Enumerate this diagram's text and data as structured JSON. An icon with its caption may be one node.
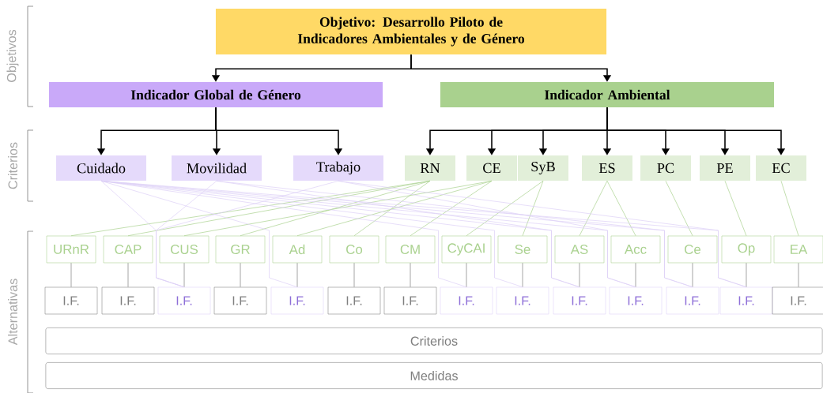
{
  "diagram": {
    "nodes": [
      {
        "text": [
          "Objetivo: Desarrollo Piloto de Indicadores Ambientales y de Género"
        ]
      },
      {
        "text": [
          "Indicador Global de Género"
        ]
      },
      {
        "text": [
          "Indicador Ambiental"
        ]
      },
      {
        "text": [
          "Cuidado"
        ]
      },
      {
        "text": [
          "Movilidad"
        ]
      },
      {
        "text": [
          "Trabajo"
        ]
      },
      {
        "text": [
          "RN"
        ]
      },
      {
        "text": [
          "CE"
        ]
      },
      {
        "text": [
          "SyB"
        ]
      },
      {
        "text": [
          "ES"
        ]
      },
      {
        "text": [
          "PC"
        ]
      },
      {
        "text": [
          "PE"
        ]
      },
      {
        "text": [
          "EC"
        ]
      },
      {
        "text": [
          "URnR"
        ]
      },
      {
        "text": [
          "CAP"
        ]
      },
      {
        "text": [
          "CUS"
        ]
      },
      {
        "text": [
          "GR"
        ]
      },
      {
        "text": [
          "Ad"
        ]
      },
      {
        "text": [
          "Co"
        ]
      },
      {
        "text": [
          "CM"
        ]
      },
      {
        "text": [
          "CyCAI"
        ]
      },
      {
        "text": [
          "Se"
        ]
      },
      {
        "text": [
          "AS"
        ]
      },
      {
        "text": [
          "Acc"
        ]
      },
      {
        "text": [
          "Ce"
        ]
      },
      {
        "text": [
          "Op"
        ]
      },
      {
        "text": [
          "EA"
        ]
      },
      {
        "text": [
          "I.F."
        ]
      },
      {
        "text": [
          "I.F."
        ]
      },
      {
        "text": [
          "I.F."
        ]
      },
      {
        "text": [
          "I.F."
        ]
      },
      {
        "text": [
          "I.F."
        ]
      },
      {
        "text": [
          "I.F."
        ]
      },
      {
        "text": [
          "I.F."
        ]
      },
      {
        "text": [
          "I.F."
        ]
      },
      {
        "text": [
          "I.F."
        ]
      },
      {
        "text": [
          "I.F."
        ]
      },
      {
        "text": [
          "I.F."
        ]
      },
      {
        "text": [
          "I.F."
        ]
      },
      {
        "text": [
          "I.F."
        ]
      },
      {
        "text": [
          "I.F."
        ]
      },
      {
        "text": [
          "Criterios"
        ]
      },
      {
        "text": [
          "Medidas"
        ]
      }
    ],
    "edges": [
      {
        "from": 0,
        "to": 1,
        "arrow": "to",
        "color": "#000000"
      },
      {
        "from": 0,
        "to": 2,
        "arrow": "to",
        "color": "#000000"
      },
      {
        "from": 1,
        "to": 3,
        "arrow": "to",
        "color": "#000000"
      },
      {
        "from": 1,
        "to": 4,
        "arrow": "to",
        "color": "#000000"
      },
      {
        "from": 1,
        "to": 5,
        "arrow": "to",
        "color": "#000000"
      },
      {
        "from": 2,
        "to": 6,
        "arrow": "to",
        "color": "#000000"
      },
      {
        "from": 2,
        "to": 7,
        "arrow": "to",
        "color": "#000000"
      },
      {
        "from": 2,
        "to": 8,
        "arrow": "to",
        "color": "#000000"
      },
      {
        "from": 2,
        "to": 9,
        "arrow": "to",
        "color": "#000000"
      },
      {
        "from": 2,
        "to": 10,
        "arrow": "to",
        "color": "#000000"
      },
      {
        "from": 2,
        "to": 11,
        "arrow": "to",
        "color": "#000000"
      },
      {
        "from": 2,
        "to": 12,
        "arrow": "to",
        "color": "#000000"
      },
      {
        "from": 6,
        "to": 13,
        "arrow": "none",
        "color": "#a9d18e"
      },
      {
        "from": 6,
        "to": 14,
        "arrow": "none",
        "color": "#a9d18e"
      },
      {
        "from": 6,
        "to": 16,
        "arrow": "none",
        "color": "#a9d18e"
      },
      {
        "from": 6,
        "to": 18,
        "arrow": "none",
        "color": "#a9d18e"
      },
      {
        "from": 7,
        "to": 15,
        "arrow": "none",
        "color": "#a9d18e"
      },
      {
        "from": 7,
        "to": 17,
        "arrow": "none",
        "color": "#a9d18e"
      },
      {
        "from": 7,
        "to": 19,
        "arrow": "none",
        "color": "#a9d18e"
      },
      {
        "from": 8,
        "to": 20,
        "arrow": "none",
        "color": "#a9d18e"
      },
      {
        "from": 8,
        "to": 21,
        "arrow": "none",
        "color": "#a9d18e"
      },
      {
        "from": 9,
        "to": 22,
        "arrow": "none",
        "color": "#a9d18e"
      },
      {
        "from": 9,
        "to": 23,
        "arrow": "none",
        "color": "#a9d18e"
      },
      {
        "from": 10,
        "to": 24,
        "arrow": "none",
        "color": "#a9d18e"
      },
      {
        "from": 11,
        "to": 25,
        "arrow": "none",
        "color": "#a9d18e"
      },
      {
        "from": 12,
        "to": 26,
        "arrow": "none",
        "color": "#a9d18e"
      },
      {
        "from": 13,
        "to": 27,
        "arrow": "none",
        "color": "#7f7f7f"
      },
      {
        "from": 14,
        "to": 28,
        "arrow": "none",
        "color": "#7f7f7f"
      },
      {
        "from": 15,
        "to": 29,
        "arrow": "none",
        "color": "#7f7f7f"
      },
      {
        "from": 16,
        "to": 30,
        "arrow": "none",
        "color": "#7f7f7f"
      },
      {
        "from": 17,
        "to": 31,
        "arrow": "none",
        "color": "#7f7f7f"
      },
      {
        "from": 18,
        "to": 32,
        "arrow": "none",
        "color": "#7f7f7f"
      },
      {
        "from": 19,
        "to": 33,
        "arrow": "none",
        "color": "#7f7f7f"
      },
      {
        "from": 20,
        "to": 34,
        "arrow": "none",
        "color": "#7f7f7f"
      },
      {
        "from": 21,
        "to": 35,
        "arrow": "none",
        "color": "#7f7f7f"
      },
      {
        "from": 22,
        "to": 36,
        "arrow": "none",
        "color": "#7f7f7f"
      },
      {
        "from": 23,
        "to": 37,
        "arrow": "none",
        "color": "#7f7f7f"
      },
      {
        "from": 24,
        "to": 38,
        "arrow": "none",
        "color": "#7f7f7f"
      },
      {
        "from": 25,
        "to": 39,
        "arrow": "none",
        "color": "#7f7f7f"
      },
      {
        "from": 26,
        "to": 40,
        "arrow": "none",
        "color": "#7f7f7f"
      },
      {
        "from": 3,
        "to": 29,
        "arrow": "none",
        "color": "#ddd0f7"
      },
      {
        "from": 3,
        "to": 31,
        "arrow": "none",
        "color": "#ddd0f7"
      },
      {
        "from": 3,
        "to": 34,
        "arrow": "none",
        "color": "#ddd0f7"
      },
      {
        "from": 3,
        "to": 35,
        "arrow": "none",
        "color": "#ddd0f7"
      },
      {
        "from": 3,
        "to": 36,
        "arrow": "none",
        "color": "#ddd0f7"
      },
      {
        "from": 3,
        "to": 37,
        "arrow": "none",
        "color": "#ddd0f7"
      },
      {
        "from": 3,
        "to": 38,
        "arrow": "none",
        "color": "#ddd0f7"
      },
      {
        "from": 3,
        "to": 39,
        "arrow": "none",
        "color": "#ddd0f7"
      },
      {
        "from": 4,
        "to": 29,
        "arrow": "none",
        "color": "#ddd0f7"
      },
      {
        "from": 4,
        "to": 36,
        "arrow": "none",
        "color": "#ddd0f7"
      },
      {
        "from": 4,
        "to": 38,
        "arrow": "none",
        "color": "#ddd0f7"
      },
      {
        "from": 5,
        "to": 29,
        "arrow": "none",
        "color": "#ddd0f7"
      },
      {
        "from": 5,
        "to": 37,
        "arrow": "none",
        "color": "#ddd0f7"
      },
      {
        "from": 5,
        "to": 39,
        "arrow": "none",
        "color": "#ddd0f7"
      }
    ],
    "labels": [
      "Objetivos",
      "Criterios",
      "Alternativas"
    ]
  }
}
